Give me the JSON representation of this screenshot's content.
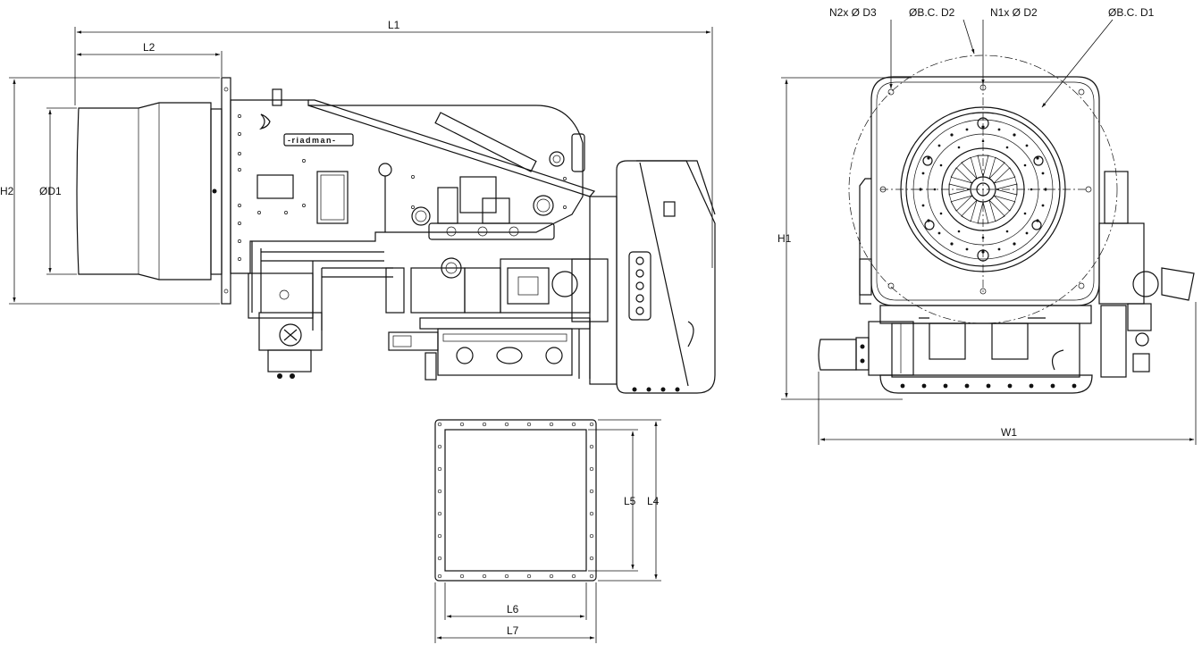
{
  "brand_logo": "-riadman-",
  "dimensions": {
    "L1": "L1",
    "L2": "L2",
    "H2": "H2",
    "D1": "ØD1",
    "H1": "H1",
    "W1": "W1",
    "L4": "L4",
    "L5": "L5",
    "L6": "L6",
    "L7": "L7",
    "N2_D3": "N2x Ø D3",
    "BC_D2": "ØB.C. D2",
    "N1_D2": "N1x Ø D2",
    "BC_D1": "ØB.C. D1"
  }
}
